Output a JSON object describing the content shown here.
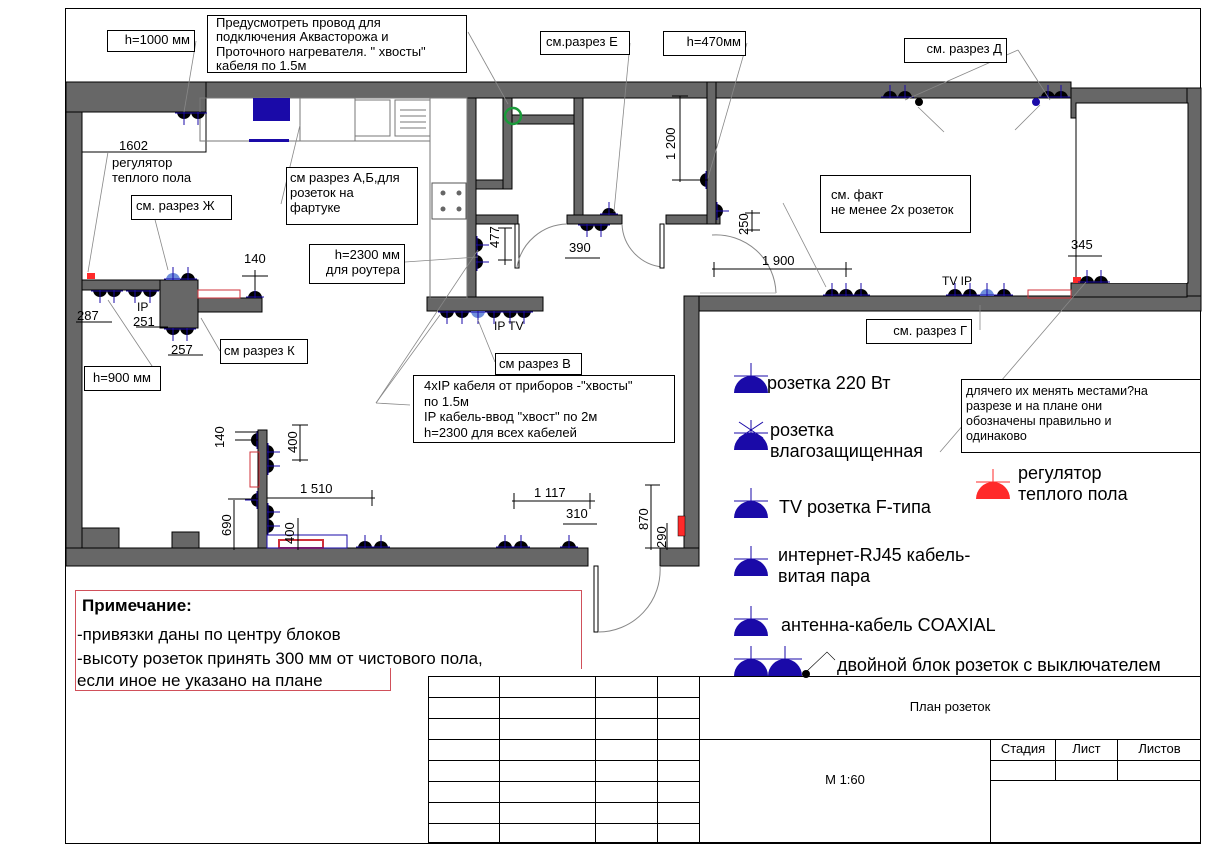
{
  "drawing": {
    "title": "План розеток",
    "scale": "М 1:60"
  },
  "callouts": {
    "h1000": "h=1000 мм",
    "aquastorozh": "Предусмотреть провод для\nподключения Аквасторожа и\nПроточного нагревателя. \" хвосты\"\nкабеля по 1.5м",
    "razrez_e": "см.разрез Е",
    "h470": "h=470мм",
    "razrez_d": "см. разрез Д",
    "reg_floor": "регулятор\nтеплого пола",
    "razrez_zh": "см. разрез Ж",
    "razrez_ab": "см разрез А,Б,для\nрозеток на\nфартуке",
    "h2300_router": "h=2300 мм\nдля роутера",
    "fact": "см. факт\nне менее 2х розеток",
    "razrez_k": "см разрез К",
    "h900": "h=900 мм",
    "razrez_v": "см разрез В",
    "cables": "4xIP кабеля от приборов -\"хвосты\"\nпо 1.5м\nIP кабель-ввод  \"хвост\" по 2м\nh=2300 для всех кабелей",
    "razrez_g": "см. разрез Г",
    "question": "длячего их менять местами?на\nразрезе и на плане они\nобозначены правильно и\nодинаково"
  },
  "dimensions": {
    "d1602": "1602",
    "d140a": "140",
    "d287": "287",
    "d251": "251",
    "d257": "257",
    "d477": "477",
    "d390": "390",
    "d1200": "1 200",
    "d250": "250",
    "d1900": "1 900",
    "d345": "345",
    "d140b": "140",
    "d400a": "400",
    "d1510": "1 510",
    "d690": "690",
    "d400b": "400",
    "d1117": "1 117",
    "d310": "310",
    "d870": "870",
    "d290": "290"
  },
  "socket_tags": {
    "ip_left": "IP",
    "ip_tv_center": "IP TV",
    "tv_ip_right": "TV IP"
  },
  "legend": [
    {
      "symbol": "socket-220",
      "label": "розетка 220 Вт",
      "color": "#1a0aa8"
    },
    {
      "symbol": "socket-waterproof",
      "label": "розетка\nвлагозащищенная",
      "color": "#1a0aa8"
    },
    {
      "symbol": "socket-tv",
      "label": "TV розетка F-типа",
      "color": "#1a0aa8"
    },
    {
      "symbol": "socket-rj45",
      "label": "интернет-RJ45 кабель-\nвитая пара",
      "color": "#1a0aa8"
    },
    {
      "symbol": "socket-coax",
      "label": "антенна-кабель COAXIAL",
      "color": "#1a0aa8"
    },
    {
      "symbol": "socket-double-switch",
      "label": "двойной блок розеток с выключателем",
      "color": "#1a0aa8"
    },
    {
      "symbol": "floor-heating-regulator",
      "label": "регулятор\nтеплого пола",
      "color": "#ff2a2a"
    }
  ],
  "remark": {
    "title": "Примечание:",
    "lines": [
      "-привязки даны по центру блоков",
      "-высоту розеток принять 300 мм от чистового пола,",
      "если иное не указано на плане"
    ]
  },
  "title_block": {
    "stage_label": "Стадия",
    "sheet_label": "Лист",
    "sheets_label": "Листов"
  },
  "colors": {
    "wall": "#676767",
    "socket": "#000000",
    "socket_mount": "#1a0aa8",
    "legend_blue": "#1a0aa8",
    "highlight_blue": "#6f8fdc",
    "heating_red": "#ff2a2a",
    "marker_green": "#1a9a3a"
  }
}
